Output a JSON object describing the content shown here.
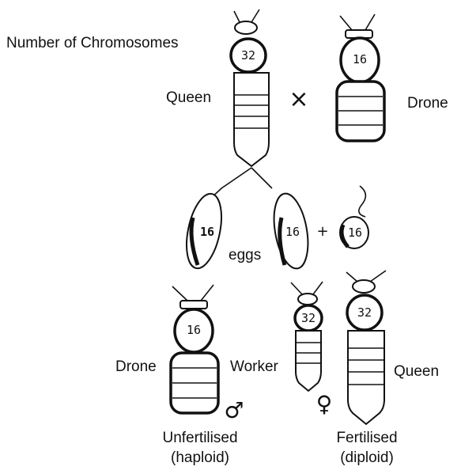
{
  "labels": {
    "number_of_chromosomes": "Number of Chromosomes",
    "queen_parent": "Queen",
    "drone_parent": "Drone",
    "eggs": "eggs",
    "drone_offspring": "Drone",
    "worker_offspring": "Worker",
    "queen_offspring": "Queen",
    "unfertilised": "Unfertilised",
    "haploid": "(haploid)",
    "fertilised": "Fertilised",
    "diploid": "(diploid)"
  },
  "chromosome_counts": {
    "queen_parent": "32",
    "drone_parent": "16",
    "unfertilised_egg": "16",
    "fertilised_egg": "16",
    "sperm": "16",
    "drone_offspring": "16",
    "worker_offspring": "32",
    "queen_offspring": "32"
  },
  "symbols": {
    "cross": "×",
    "plus": "+",
    "male": "♂",
    "female": "♀"
  }
}
